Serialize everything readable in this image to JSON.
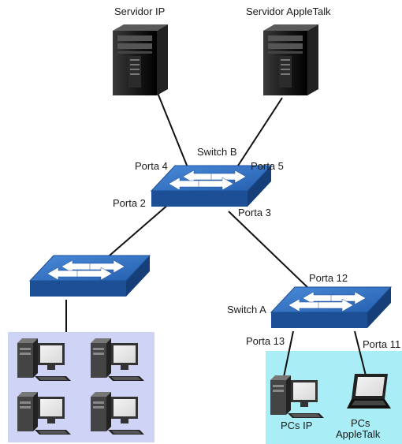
{
  "servers": {
    "ip_label": "Servidor IP",
    "appletalk_label": "Servidor AppleTalk"
  },
  "switches": {
    "b_label": "Switch B",
    "a_label": "Switch A"
  },
  "ports": {
    "porta4": "Porta 4",
    "porta5": "Porta 5",
    "porta2": "Porta 2",
    "porta3": "Porta 3",
    "porta12": "Porta 12",
    "porta13": "Porta 13",
    "porta11": "Porta 11"
  },
  "groups": {
    "pcs_ip_label": "PCs IP",
    "pcs_appletalk_line1": "PCs",
    "pcs_appletalk_line2": "AppleTalk"
  },
  "colors": {
    "switch_top": "#2f6fc0",
    "switch_side": "#1d4f96",
    "left_group_bg": "#cfd3f5",
    "right_group_bg": "#a9eef6",
    "link": "#111111"
  }
}
